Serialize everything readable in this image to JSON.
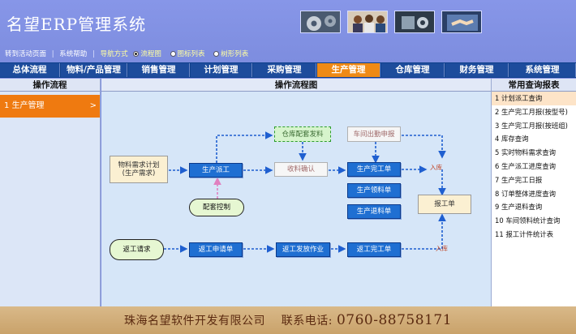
{
  "app": {
    "title": "名望ERP管理系统"
  },
  "subnav": {
    "goto_desktop": "转到活动页面",
    "help": "系统帮助",
    "nav_way": "导航方式",
    "options": [
      {
        "label": "流程图",
        "selected": true
      },
      {
        "label": "图标列表",
        "selected": false
      },
      {
        "label": "树形列表",
        "selected": false
      }
    ]
  },
  "menu": {
    "items": [
      {
        "label": "总体流程"
      },
      {
        "label": "物料/产品管理"
      },
      {
        "label": "销售管理"
      },
      {
        "label": "计划管理"
      },
      {
        "label": "采购管理"
      },
      {
        "label": "生产管理",
        "active": true
      },
      {
        "label": "仓库管理"
      },
      {
        "label": "财务管理"
      },
      {
        "label": "系统管理"
      }
    ]
  },
  "left_panel": {
    "title": "操作流程",
    "active_item": {
      "number": "1",
      "label": "生产管理",
      "chevron": ">"
    }
  },
  "center": {
    "title": "操作流程图",
    "nodes": {
      "material_plan": "物料需求计划\n(生产需求)",
      "dispatch": "生产派工",
      "match_control": "配套控制",
      "warehouse_match": "仓库配套发料",
      "receive_confirm": "收料确认",
      "attendance": "车间出勤申报",
      "production_done": "生产完工单",
      "production_pick": "生产领料单",
      "production_return": "生产退料单",
      "work_report": "报工单",
      "rework_request": "返工请求",
      "rework_apply": "返工申请单",
      "rework_issue": "返工发放作业",
      "rework_done": "返工完工单"
    },
    "labels": {
      "in_stock_1": "入库",
      "in_stock_2": "入库"
    }
  },
  "right_panel": {
    "title": "常用查询报表",
    "items": [
      "1 计划派工查询",
      "2 生产完工月报(按型号)",
      "3 生产完工月报(按班组)",
      "4 库存查询",
      "5 实时物料需求查询",
      "6 生产派工进度查询",
      "7 生产完工日报",
      "8 订单整体进度查询",
      "9 生产退料查询",
      "10 车间领料统计查询",
      "11 报工计件统计表"
    ]
  },
  "footer": {
    "company": "珠海名望软件开发有限公司",
    "phone_label": "联系电话:",
    "phone": "0760-88758171"
  },
  "colors": {
    "header": "#7f8fe0",
    "menubar": "#0e3f8a",
    "active": "#ef8a16",
    "flow_blue": "#1f6fd2",
    "footer": "#d0ad78"
  }
}
